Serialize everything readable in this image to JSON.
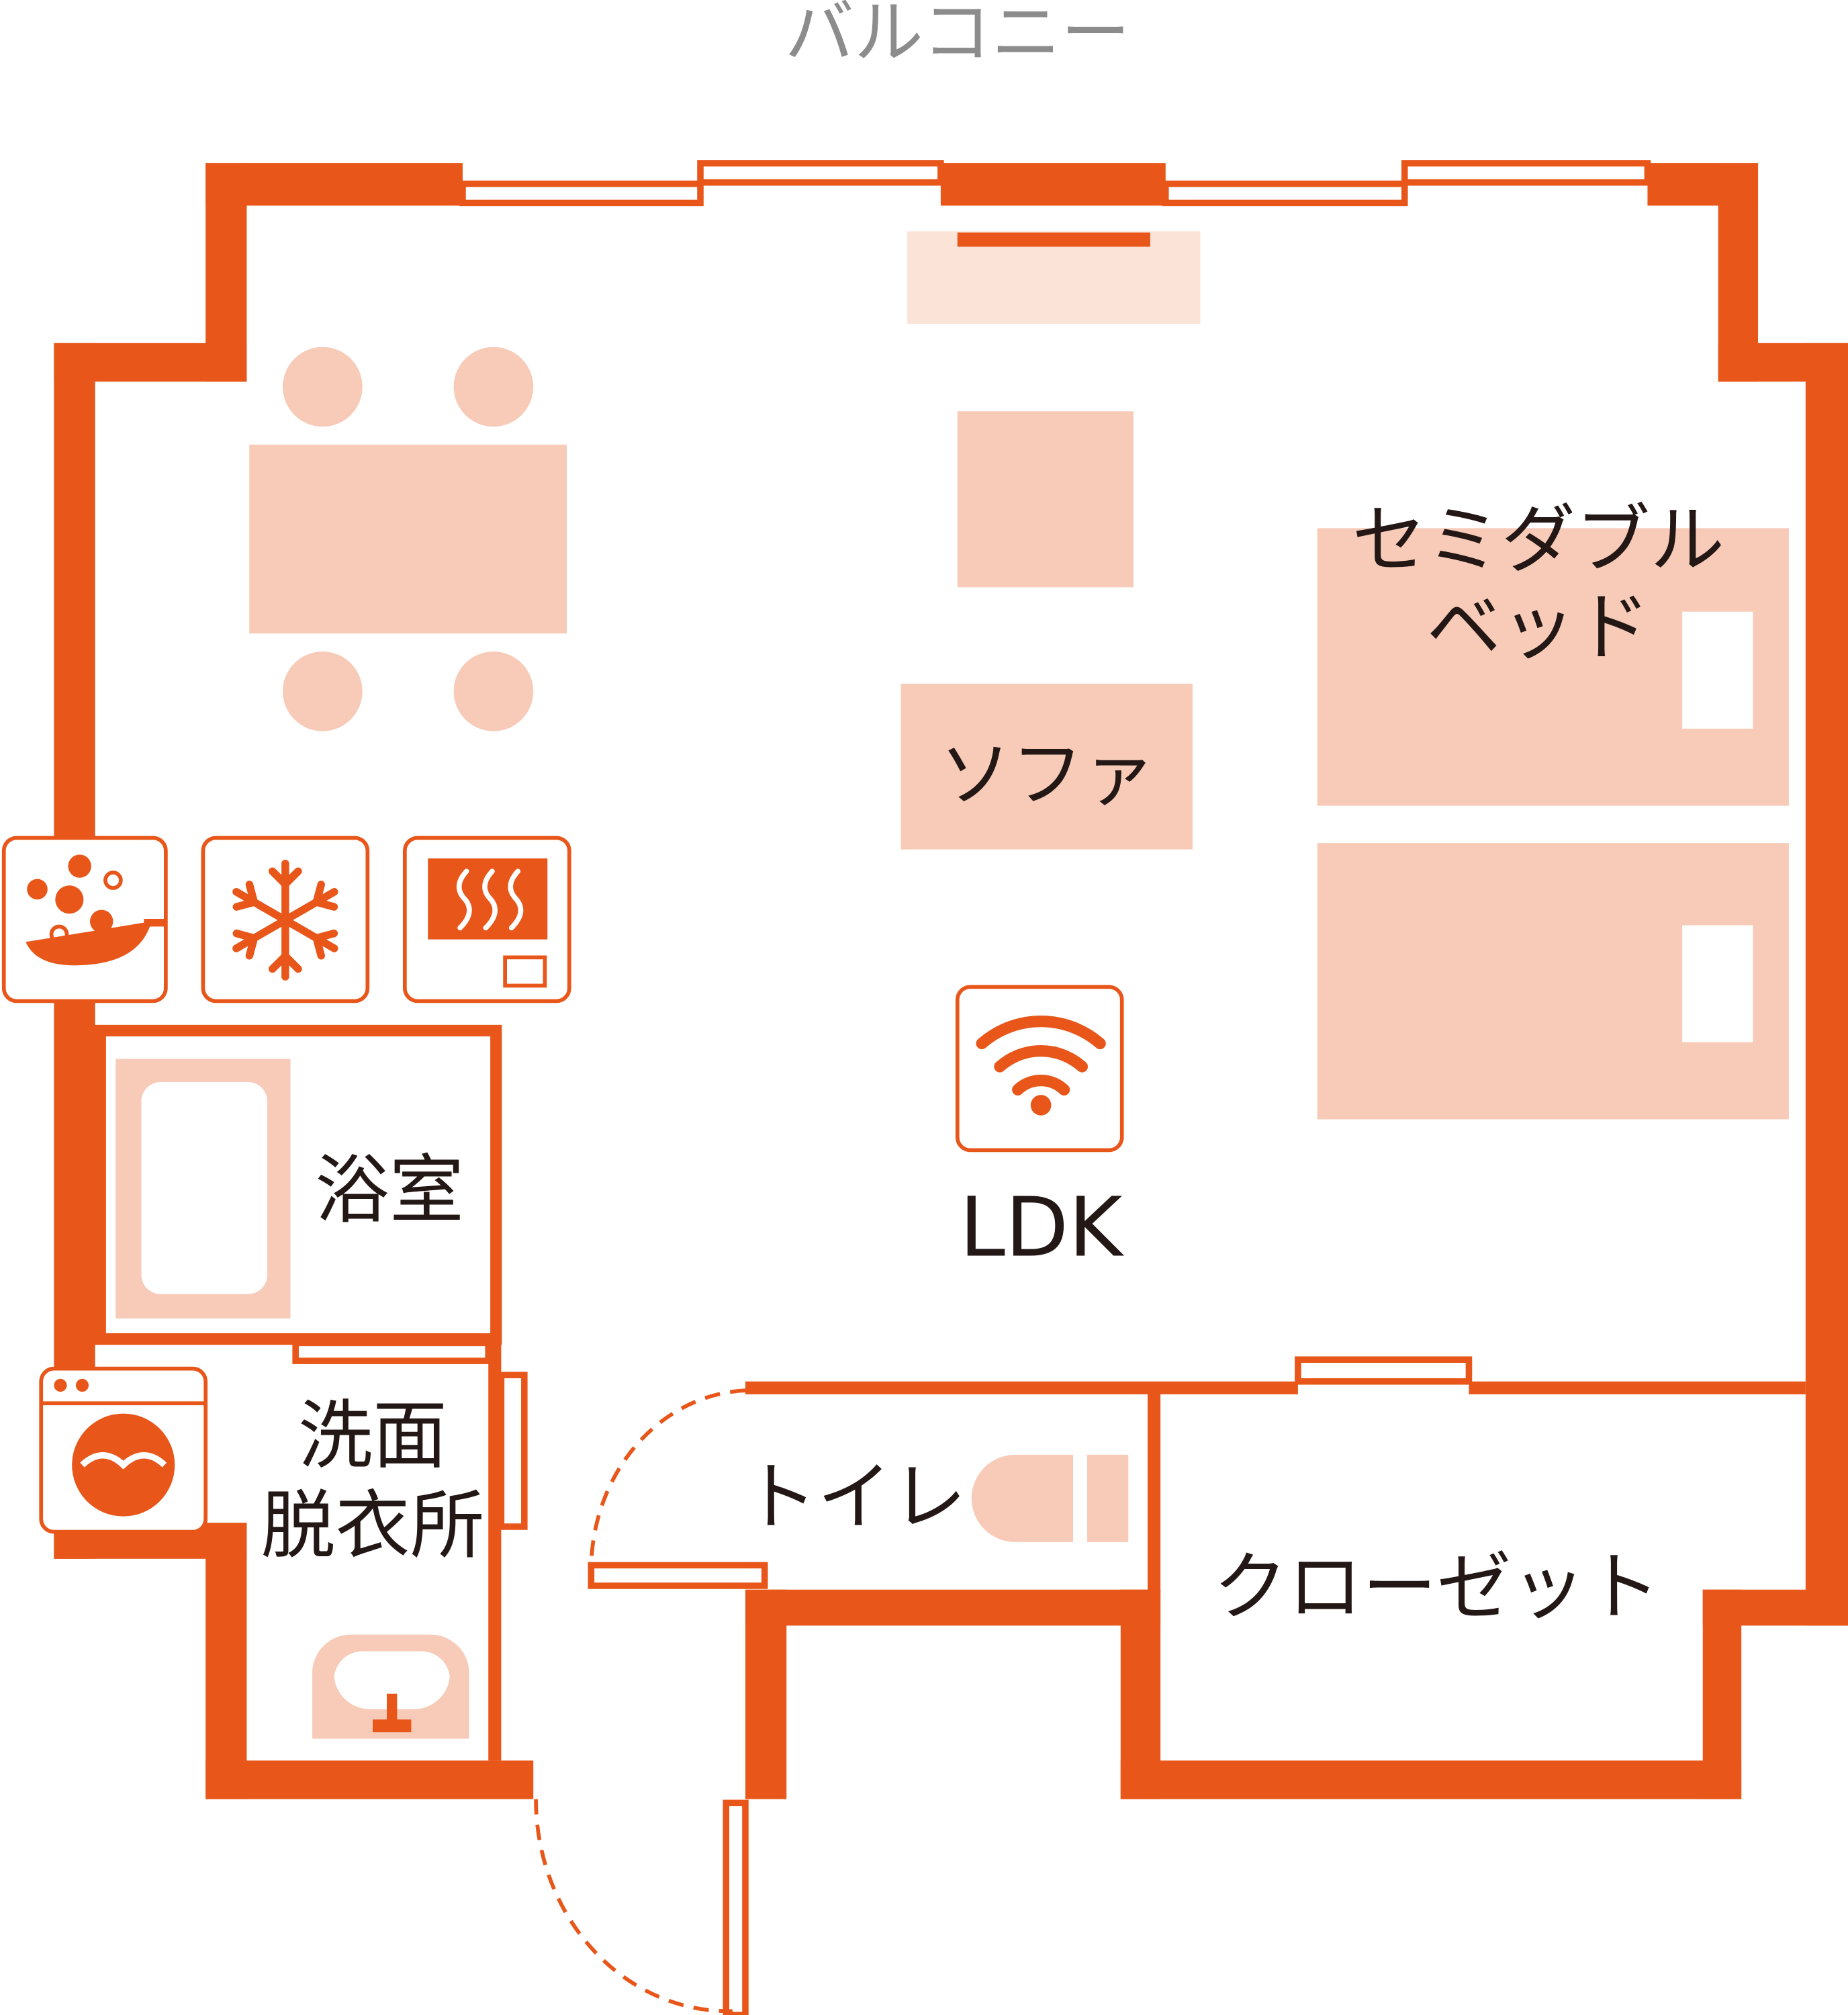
{
  "balcony_label": "バルコニー",
  "rooms": {
    "ldk": "LDK",
    "bath": "浴室",
    "washroom_line1": "洗面",
    "washroom_line2": "脱衣所",
    "toilet": "トイレ",
    "closet": "クローゼット"
  },
  "furniture": {
    "sofa": "ソファ",
    "bed_line1": "セミダブル",
    "bed_line2": "ベッド"
  },
  "icons": [
    "frying-pan-icon",
    "snowflake-icon",
    "heater-icon",
    "wifi-icon",
    "washing-machine-icon"
  ],
  "colors": {
    "wall": "#E8561A",
    "furniture": "#F7CBB8",
    "text": "#231815",
    "balcony_text": "#8C8C8C"
  }
}
